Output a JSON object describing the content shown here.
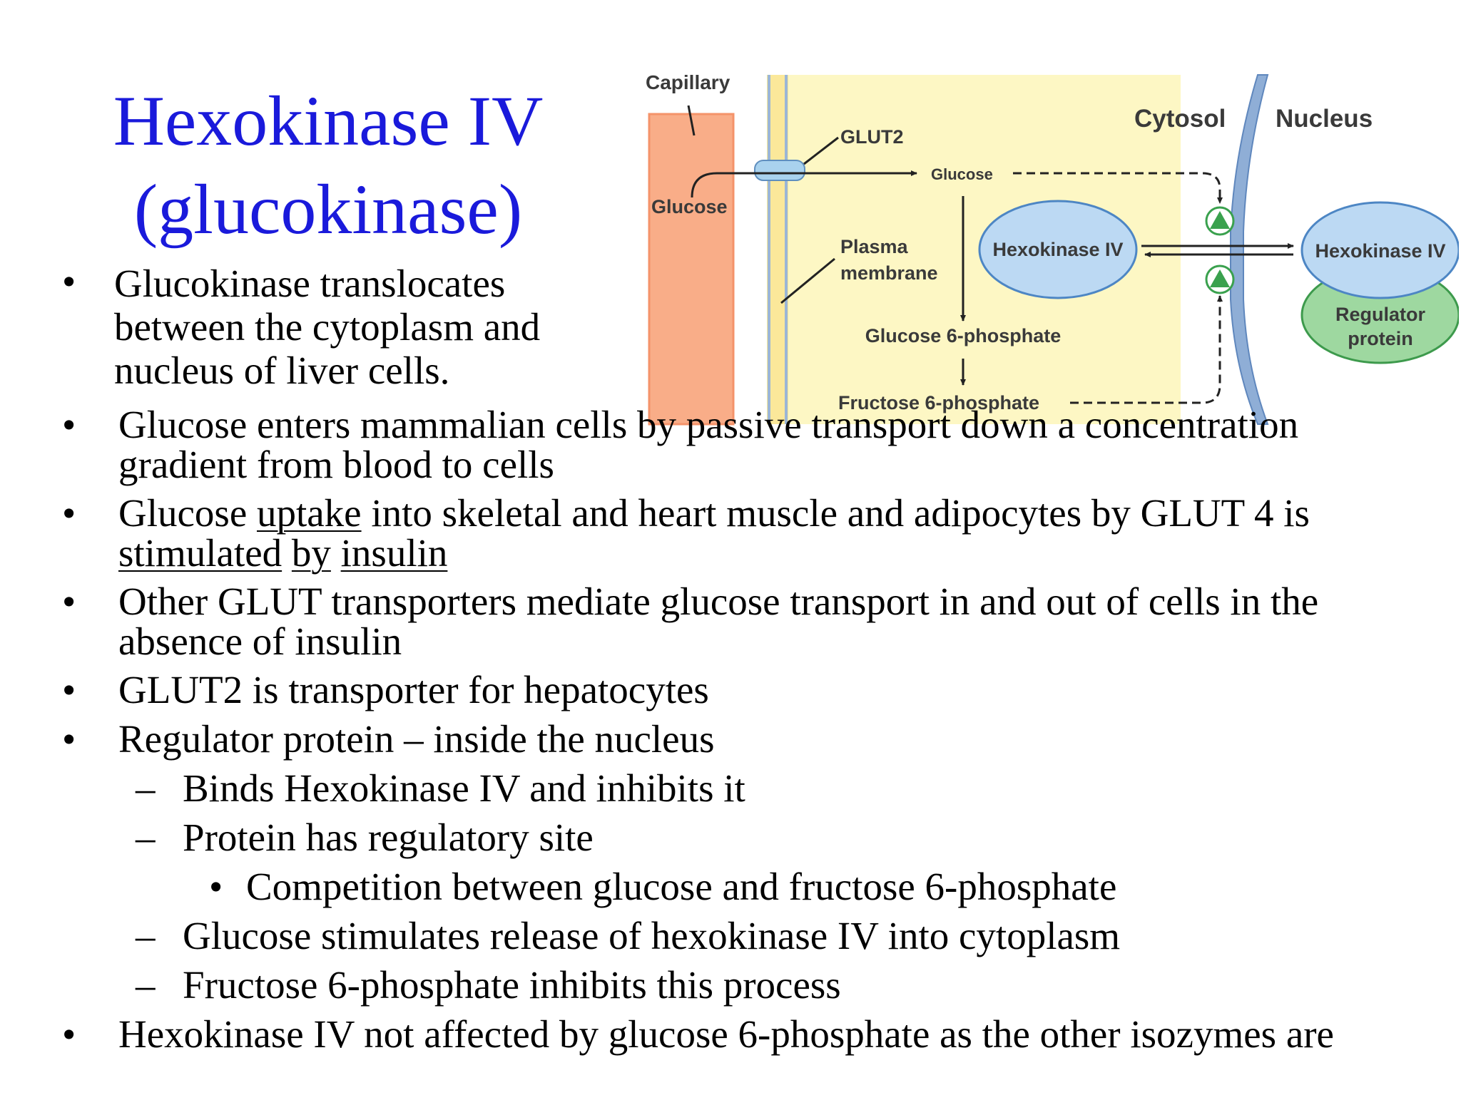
{
  "title": {
    "line1": "Hexokinase IV",
    "line2": "(glucokinase)"
  },
  "bullet_marker": "•",
  "dash_marker": "–",
  "top_bullet": {
    "line1": "Glucokinase translocates",
    "line2": "between the cytoplasm and",
    "line3": "nucleus of liver cells."
  },
  "bullets": {
    "b1": {
      "line1": "Glucose enters mammalian cells by passive transport down a concentration",
      "line2": "gradient from blood to cells"
    },
    "b2": {
      "w1": "Glucose ",
      "w2": "uptake",
      "w3": " into skeletal and heart muscle and adipocytes by GLUT 4 is",
      "w4": "stimulated",
      "w5": " ",
      "w6": "by",
      "w7": " ",
      "w8": "insulin"
    },
    "b3": {
      "line1": "Other GLUT transporters mediate glucose transport in and out of cells in the",
      "line2": "absence of insulin"
    },
    "b4": "GLUT2 is transporter for hepatocytes",
    "b5": "Regulator protein – inside the nucleus",
    "b5a": "Binds Hexokinase IV and inhibits it",
    "b5b": "Protein has regulatory site",
    "b5b1": "Competition between glucose and fructose 6-phosphate",
    "b5c": "Glucose stimulates release of hexokinase IV into cytoplasm",
    "b5d": "Fructose 6-phosphate inhibits this process",
    "b6": "Hexokinase IV not affected by glucose 6-phosphate as the other isozymes are"
  },
  "diagram": {
    "capillary": "Capillary",
    "glucose_blood": "Glucose",
    "glut2": "GLUT2",
    "glucose_cyto": "Glucose",
    "cytosol": "Cytosol",
    "nucleus": "Nucleus",
    "plasma_line1": "Plasma",
    "plasma_line2": "membrane",
    "hk_cyto": "Hexokinase IV",
    "hk_nuc": "Hexokinase IV",
    "g6p": "Glucose 6-phosphate",
    "f6p": "Fructose 6-phosphate",
    "regulator_line1": "Regulator",
    "regulator_line2": "protein",
    "colors": {
      "capillary": "#f9ad88",
      "cytosol": "#fdf7c4",
      "membrane": "#fbe89a",
      "nuclear_envelope": "#8faed6",
      "enzyme": "#bcd9f3",
      "regulator": "#9ed8a0",
      "activator": "#3aa14e"
    }
  }
}
